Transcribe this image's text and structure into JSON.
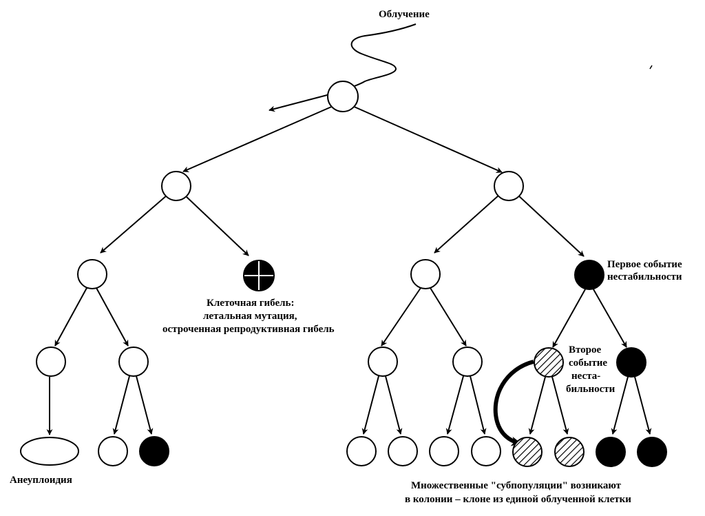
{
  "labels": {
    "irradiation": "Облучение",
    "cell_death_1": "Клеточная гибель:",
    "cell_death_2": "летальная мутация,",
    "cell_death_3": "остроченная репродуктивная гибель",
    "first_event_1": "Первое событие",
    "first_event_2": "нестабильности",
    "second_event_1": "Второе",
    "second_event_2": "событие",
    "second_event_3": "неста-",
    "second_event_4": "бильности",
    "aneuploidy": "Анеуплоидия",
    "subpop_1": "Множественные \"субпопуляции\"  возникают",
    "subpop_2": "в колонии – клоне из единой облученной клетки"
  },
  "cells": [
    {
      "id": "root",
      "level": 0,
      "fill": "white"
    },
    {
      "id": "l1-left",
      "level": 1,
      "fill": "white"
    },
    {
      "id": "l1-right",
      "level": 1,
      "fill": "white"
    },
    {
      "id": "l2-a",
      "level": 2,
      "fill": "white"
    },
    {
      "id": "l2-dead",
      "level": 2,
      "fill": "black-cross"
    },
    {
      "id": "l2-c",
      "level": 2,
      "fill": "white"
    },
    {
      "id": "l2-first-event",
      "level": 2,
      "fill": "black"
    },
    {
      "id": "l3-a",
      "level": 3,
      "fill": "white"
    },
    {
      "id": "l3-b",
      "level": 3,
      "fill": "white"
    },
    {
      "id": "l3-c",
      "level": 3,
      "fill": "white"
    },
    {
      "id": "l3-d",
      "level": 3,
      "fill": "white"
    },
    {
      "id": "l3-second-event",
      "level": 3,
      "fill": "hatched"
    },
    {
      "id": "l3-f",
      "level": 3,
      "fill": "black"
    },
    {
      "id": "l4-aneuploid",
      "level": 4,
      "fill": "white-ellipse"
    },
    {
      "id": "l4-b1",
      "level": 4,
      "fill": "white"
    },
    {
      "id": "l4-b2",
      "level": 4,
      "fill": "black"
    },
    {
      "id": "l4-c1",
      "level": 4,
      "fill": "white"
    },
    {
      "id": "l4-c2",
      "level": 4,
      "fill": "white"
    },
    {
      "id": "l4-d1",
      "level": 4,
      "fill": "white"
    },
    {
      "id": "l4-d2",
      "level": 4,
      "fill": "white"
    },
    {
      "id": "l4-e1",
      "level": 4,
      "fill": "hatched"
    },
    {
      "id": "l4-e2",
      "level": 4,
      "fill": "hatched"
    },
    {
      "id": "l4-f1",
      "level": 4,
      "fill": "black"
    },
    {
      "id": "l4-f2",
      "level": 4,
      "fill": "black"
    }
  ]
}
